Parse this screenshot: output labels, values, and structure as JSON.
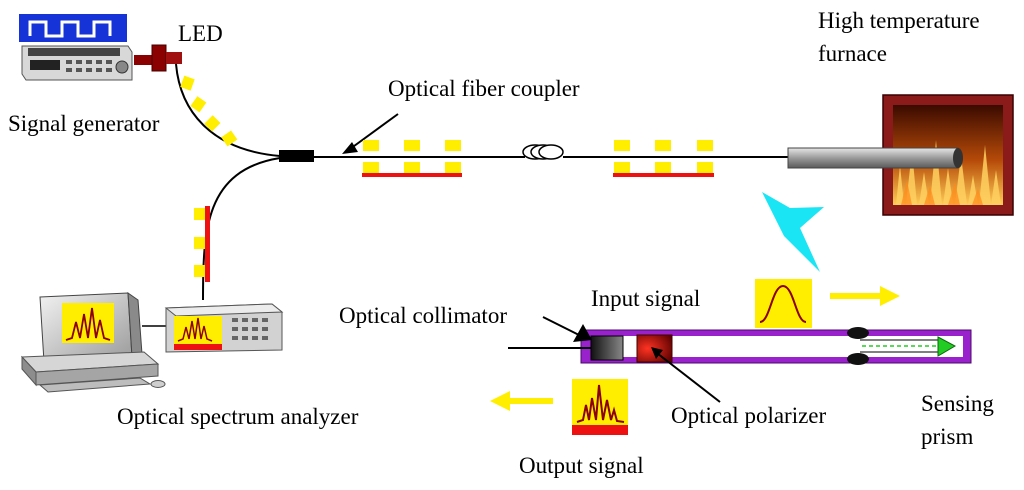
{
  "labels": {
    "led": "LED",
    "signal_generator": "Signal generator",
    "optical_fiber_coupler": "Optical fiber coupler",
    "furnace_line1": "High temperature",
    "furnace_line2": "furnace",
    "input_signal": "Input signal",
    "optical_collimator": "Optical collimator",
    "optical_spectrum_analyzer": "Optical spectrum analyzer",
    "optical_polarizer": "Optical polarizer",
    "sensing_prism_line1": "Sensing",
    "sensing_prism_line2": "prism",
    "output_signal": "Output signal"
  },
  "colors": {
    "fiber_marker": "#ffee00",
    "fiber_bar": "#ee1111",
    "signal_arrow": "#ffee00",
    "focus_arrow": "#19e5f5",
    "prism_frame": "#9922cc",
    "furnace_frame": "#8b1a1a",
    "spectrum_curve": "#8b0000",
    "prism_tip": "#22cc22"
  },
  "icons": {
    "signal_generator": "signal-generator-icon",
    "led": "led-icon",
    "coupler": "coupler-icon",
    "fiber_loop": "fiber-loop-icon",
    "furnace": "furnace-icon",
    "computer": "computer-icon",
    "analyzer": "spectrum-analyzer-icon",
    "collimator": "collimator-icon",
    "polarizer": "polarizer-icon",
    "prism": "prism-icon"
  }
}
